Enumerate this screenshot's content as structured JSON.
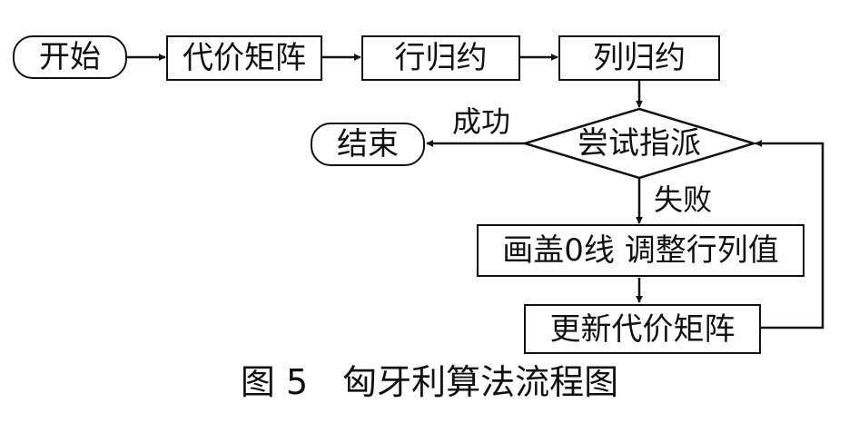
{
  "nodes": {
    "start": "开始",
    "cost_matrix": "代价矩阵",
    "row_reduction": "行归约",
    "column_reduction": "列归约",
    "try_assignment": "尝试指派",
    "end": "结束",
    "draw_lines_adjust": "画盖0线 调整行列值",
    "update_matrix": "更新代价矩阵"
  },
  "edges": {
    "success": "成功",
    "failure": "失败"
  },
  "caption": "图 5　匈牙利算法流程图"
}
